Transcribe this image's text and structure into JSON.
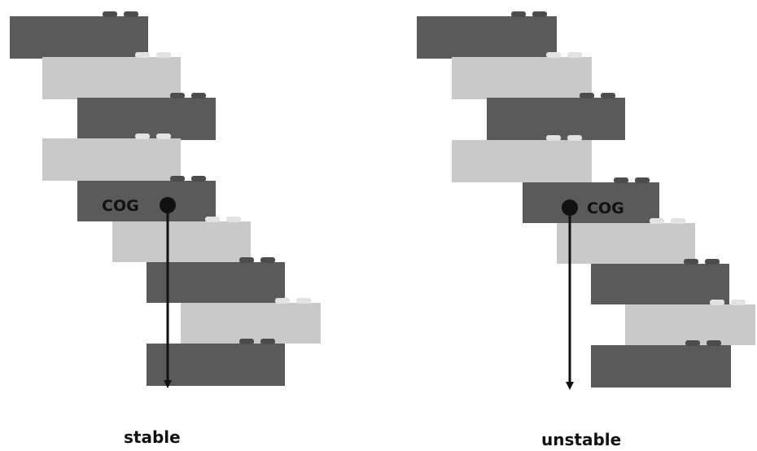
{
  "colors": {
    "dark_brick": "#5a5a5a",
    "light_brick": "#c9c9c9",
    "stud_dark": "#4c4c4c",
    "stud_light": "#e2e2e2",
    "arrow": "#111111"
  },
  "left_stack": {
    "cog_label": "COG",
    "caption": "stable"
  },
  "right_stack": {
    "cog_label": "COG",
    "caption": "unstable"
  }
}
